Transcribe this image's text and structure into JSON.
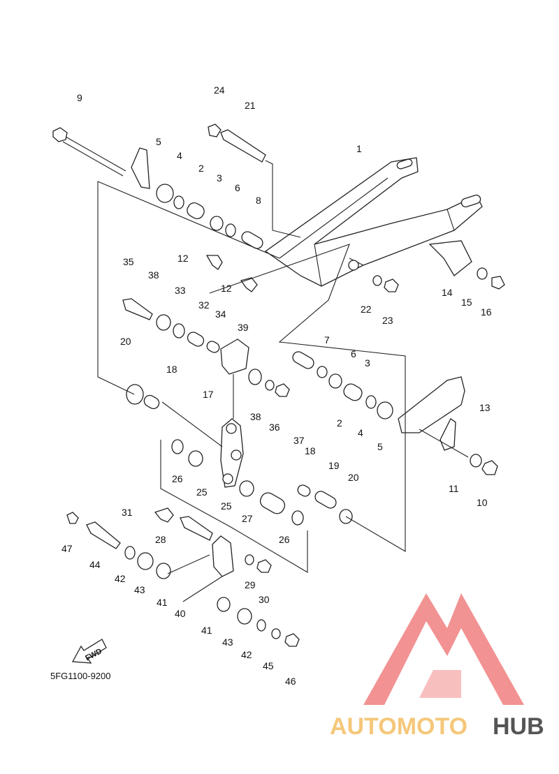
{
  "diagram": {
    "reference_code": "5FG1100-9200",
    "fwd_label": "FWD",
    "callouts": [
      "1",
      "2",
      "3",
      "4",
      "5",
      "6",
      "7",
      "8",
      "9",
      "10",
      "11",
      "12",
      "12",
      "13",
      "14",
      "15",
      "16",
      "17",
      "18",
      "18",
      "19",
      "20",
      "20",
      "21",
      "22",
      "23",
      "24",
      "25",
      "25",
      "26",
      "26",
      "27",
      "28",
      "29",
      "30",
      "31",
      "32",
      "33",
      "34",
      "35",
      "36",
      "37",
      "38",
      "38",
      "39",
      "40",
      "41",
      "41",
      "42",
      "42",
      "43",
      "43",
      "44",
      "45",
      "46",
      "47",
      "2",
      "3",
      "4",
      "5",
      "6"
    ]
  },
  "watermark": {
    "brand_part1": "AUTOMOTO",
    "brand_part2": "HUB",
    "colors": {
      "logo": "#f08080",
      "part1": "#f5c77a",
      "part2": "#555555"
    }
  }
}
